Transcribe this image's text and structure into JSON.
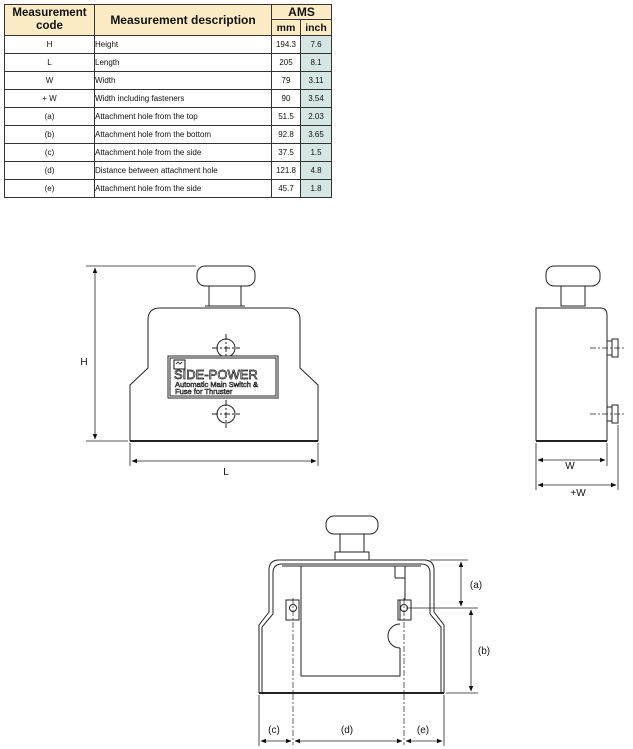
{
  "table": {
    "header_code": "Measurement code",
    "header_desc": "Measurement description",
    "header_group": "AMS",
    "unit_mm": "mm",
    "unit_inch": "inch",
    "rows": [
      {
        "code": "H",
        "desc": "Height",
        "mm": "194.3",
        "inch": "7.6"
      },
      {
        "code": "L",
        "desc": "Length",
        "mm": "205",
        "inch": "8.1"
      },
      {
        "code": "W",
        "desc": "Width",
        "mm": "79",
        "inch": "3.11"
      },
      {
        "code": "+ W",
        "desc": "Width including fasteners",
        "mm": "90",
        "inch": "3.54"
      },
      {
        "code": "(a)",
        "desc": "Attachment hole from the top",
        "mm": "51.5",
        "inch": "2.03"
      },
      {
        "code": "(b)",
        "desc": "Attachment hole from the bottom",
        "mm": "92.8",
        "inch": "3.65"
      },
      {
        "code": "(c)",
        "desc": "Attachment hole from the side",
        "mm": "37.5",
        "inch": "1.5"
      },
      {
        "code": "(d)",
        "desc": "Distance between attachment hole",
        "mm": "121.8",
        "inch": "4.8"
      },
      {
        "code": "(e)",
        "desc": "Attachment hole from the side",
        "mm": "45.7",
        "inch": "1.8"
      }
    ]
  },
  "drawing": {
    "label_H": "H",
    "label_L": "L",
    "label_W": "W",
    "label_plusW": "+W",
    "label_a": "(a)",
    "label_b": "(b)",
    "label_c": "(c)",
    "label_d": "(d)",
    "label_e": "(e)",
    "logo_text": "SIDE-POWER",
    "product_line1": "Automatic Main Switch &",
    "product_line2": "Fuse for Thruster"
  },
  "colors": {
    "header_bg": "#fbecc6",
    "inch_col_bg": "#d6e6e4"
  }
}
